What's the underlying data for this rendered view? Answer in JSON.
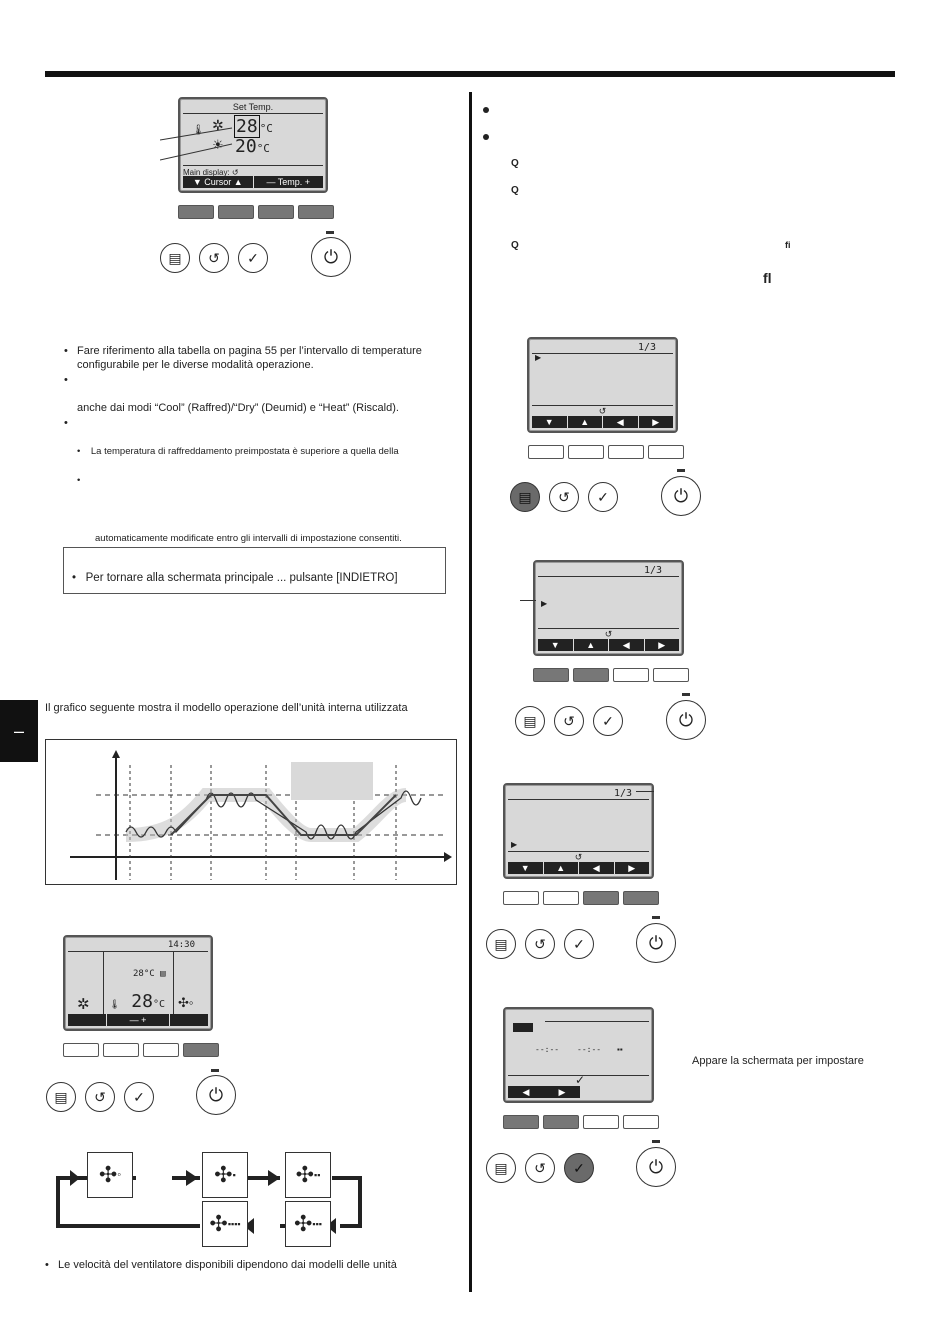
{
  "page": {
    "side_tab": "–"
  },
  "set_temp_screen": {
    "title": "Set Temp.",
    "cool_temp": "28",
    "heat_temp": "20",
    "unit": "°C",
    "main_display": "Main display:",
    "return_icon": "↺",
    "softbar": [
      "▼ Cursor ▲",
      "— Temp. +"
    ]
  },
  "notes": {
    "note1_line1": "Fare riferimento alla tabella on pagina 55 per l’intervallo di temperature",
    "note1_line2": "configurabile per le diverse modalità operazione.",
    "note2_line2": "anche dai modi “Cool” (Raffred)/“Dry” (Deumid) e “Heat” (Riscald).",
    "sub1": "La temperatura di raffreddamento preimpostata è superiore a quella della",
    "sub2_end": "automaticamente modificate entro gli intervalli di impostazione consentiti.",
    "box_note": "Per tornare alla schermata principale ... pulsante [INDIETRO]",
    "graph_intro": "Il grafico seguente mostra il modello operazione dell’unità interna utilizzata"
  },
  "main_screen": {
    "clock": "14:30",
    "small_temp": "28°C",
    "big_temp": "28",
    "big_unit": "°C",
    "softbar": [
      "",
      "—  +",
      ""
    ]
  },
  "fan_note": "Le velocità del ventilatore disponibili dipendono dai modelli delle unità",
  "right": {
    "q_mark": "Q",
    "fi1": "ﬁ",
    "fi2": "ﬂ",
    "page_indicator": "1/3",
    "softbar": [
      "▼",
      "▲",
      "◀",
      "▶"
    ],
    "screen4_softbar": [
      "◀",
      "▶"
    ],
    "check": "✓",
    "dashes1": "--:--",
    "dashes2": "--:--",
    "screen_caption": "Appare la schermata per impostare"
  },
  "icons": {
    "menu": "menu-icon",
    "return": "return-icon",
    "check": "check-icon",
    "power": "power-icon"
  }
}
